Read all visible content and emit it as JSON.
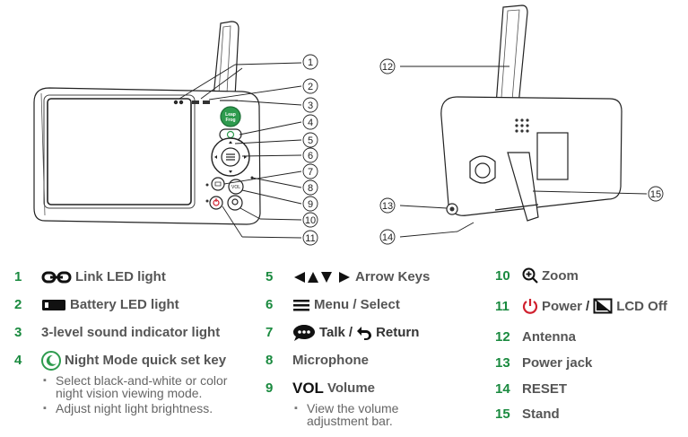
{
  "callouts": [
    "1",
    "2",
    "3",
    "4",
    "5",
    "6",
    "7",
    "8",
    "9",
    "10",
    "11",
    "12",
    "13",
    "14",
    "15"
  ],
  "device_labels": {
    "logo": "Leap Frog",
    "vol_button": "VOL"
  },
  "legend": {
    "items": [
      {
        "num": "1",
        "label": "Link LED light",
        "icon": "link-icon"
      },
      {
        "num": "2",
        "label": "Battery LED light",
        "icon": "battery-icon"
      },
      {
        "num": "3",
        "label": "3-level sound indicator light"
      },
      {
        "num": "4",
        "label": "Night Mode quick set key",
        "icon": "night-mode-icon",
        "bullets": [
          "Select black-and-white or color night vision viewing mode.",
          "Adjust night light brightness."
        ]
      },
      {
        "num": "5",
        "label": "Arrow Keys",
        "icon": "arrow-keys-icon"
      },
      {
        "num": "6",
        "label": "Menu / Select",
        "icon": "menu-icon"
      },
      {
        "num": "7",
        "label_a": "Talk",
        "label_b": "Return",
        "slash": "/",
        "icons": [
          "talk-icon",
          "return-icon"
        ]
      },
      {
        "num": "8",
        "label": "Microphone"
      },
      {
        "num": "9",
        "vol": "VOL",
        "label": "Volume",
        "bullets": [
          "View the volume adjustment bar."
        ]
      },
      {
        "num": "10",
        "label": "Zoom",
        "icon": "zoom-icon"
      },
      {
        "num": "11",
        "label_a": "Power",
        "label_b": "LCD Off",
        "slash": "/",
        "icons": [
          "power-icon",
          "lcd-off-icon"
        ]
      },
      {
        "num": "12",
        "label": "Antenna"
      },
      {
        "num": "13",
        "label": "Power jack"
      },
      {
        "num": "14",
        "label": "RESET"
      },
      {
        "num": "15",
        "label": "Stand"
      }
    ]
  },
  "colors": {
    "number_green": "#1a8a3f",
    "power_red": "#d0202e",
    "logo_green": "#2e9b4e"
  }
}
